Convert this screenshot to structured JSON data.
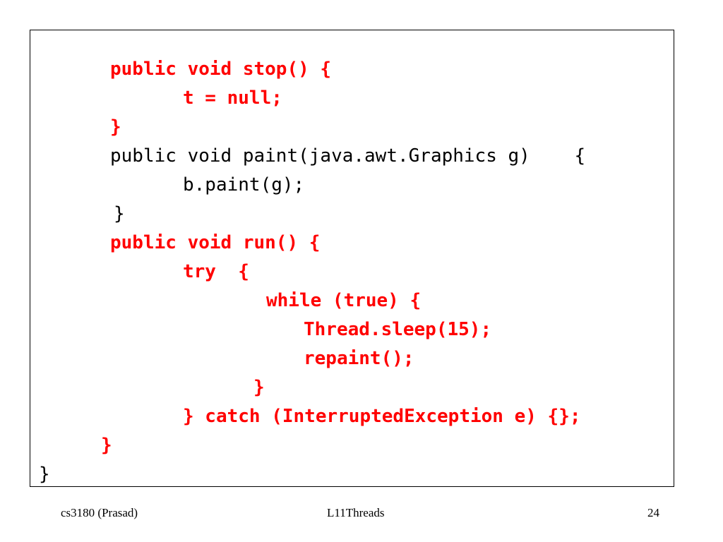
{
  "slide": {
    "code_lines": [
      {
        "text": "public void stop() {",
        "color": "red"
      },
      {
        "text": "t = null;",
        "color": "red"
      },
      {
        "text": "}",
        "color": "red"
      },
      {
        "text": "public void paint(java.awt.Graphics g)    {",
        "color": "black"
      },
      {
        "text": "b.paint(g);",
        "color": "black"
      },
      {
        "text": "}",
        "color": "black"
      },
      {
        "text": "public void run() {",
        "color": "red"
      },
      {
        "text": "try  {",
        "color": "red"
      },
      {
        "text": "while (true) {",
        "color": "red"
      },
      {
        "text": "Thread.sleep(15);",
        "color": "red"
      },
      {
        "text": "repaint();",
        "color": "red"
      },
      {
        "text": "}",
        "color": "red"
      },
      {
        "text": "} catch (InterruptedException e) {};",
        "color": "red"
      },
      {
        "text": "}",
        "color": "red"
      },
      {
        "text": "}",
        "color": "black"
      }
    ],
    "accent_color": "#ff0000"
  },
  "footer": {
    "left": "cs3180 (Prasad)",
    "center": "L11Threads",
    "right": "24"
  }
}
